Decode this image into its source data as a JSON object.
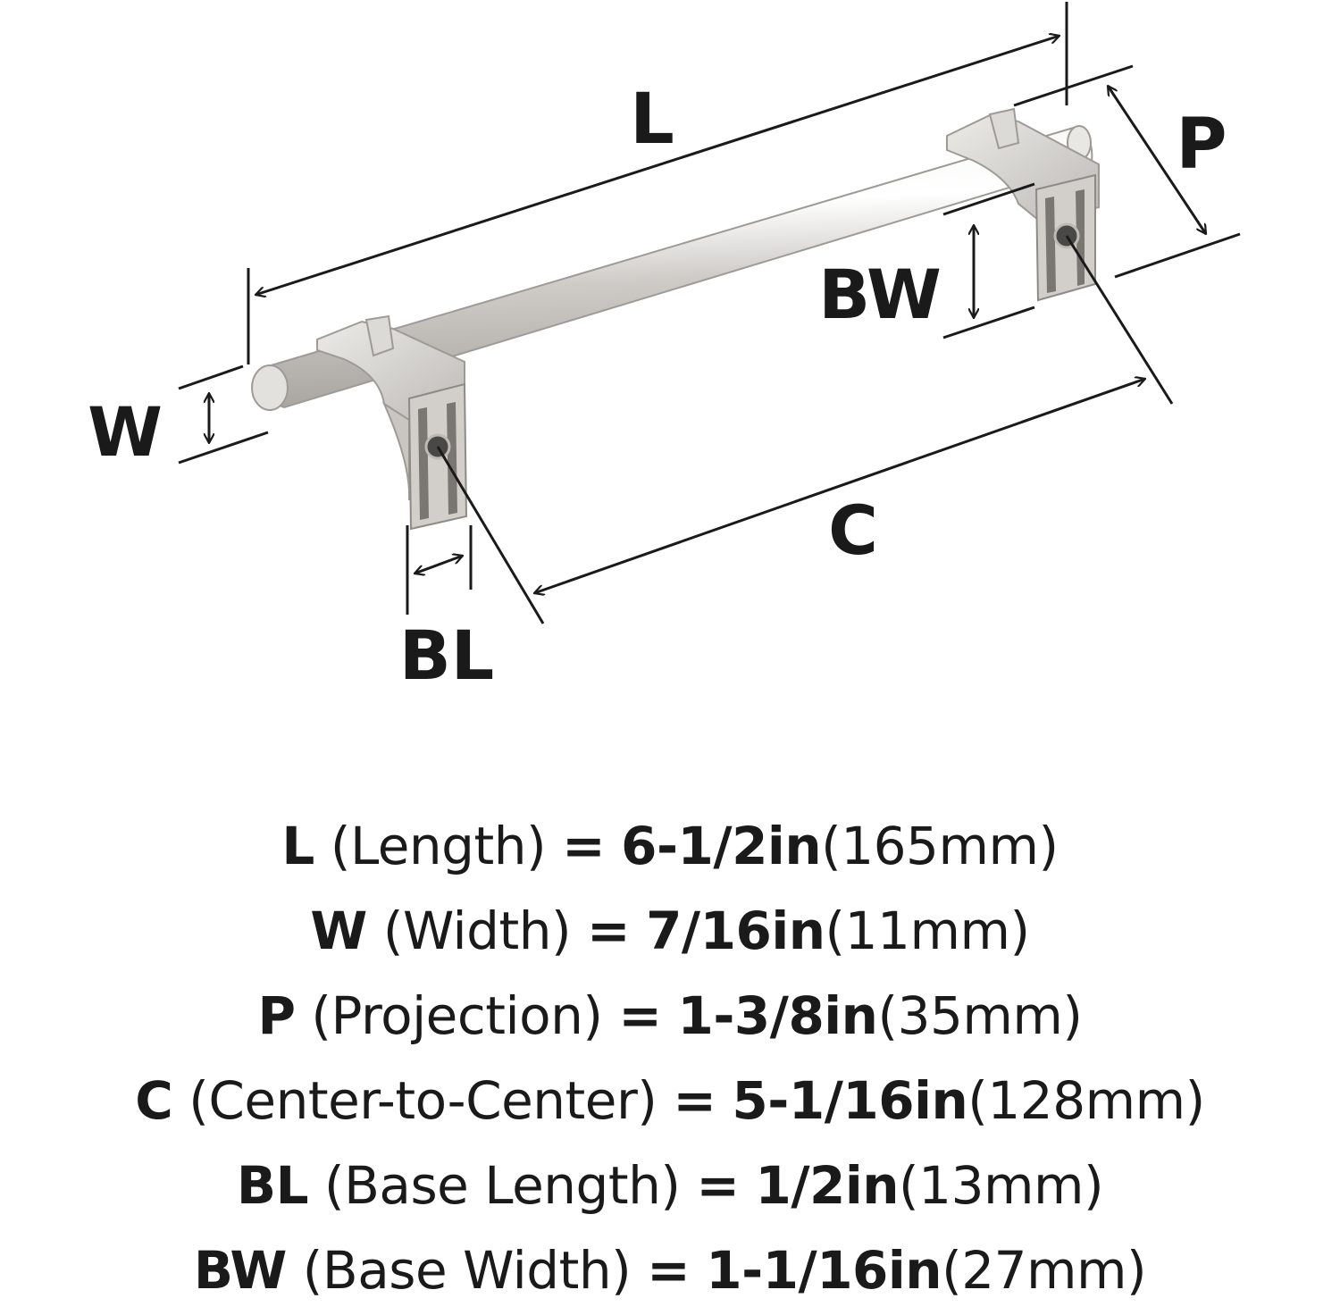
{
  "diagram": {
    "labels": {
      "L": "L",
      "P": "P",
      "BW": "BW",
      "W": "W",
      "C": "C",
      "BL": "BL"
    },
    "finish_color": "#d9d6d2",
    "line_color": "#1a1a1a"
  },
  "specs": [
    {
      "code": "L",
      "name": "(Length)",
      "eq": "=",
      "imperial": "6-1/2in",
      "metric": "(165mm)"
    },
    {
      "code": "W",
      "name": "(Width)",
      "eq": "=",
      "imperial": "7/16in",
      "metric": "(11mm)"
    },
    {
      "code": "P",
      "name": "(Projection)",
      "eq": "=",
      "imperial": "1-3/8in",
      "metric": "(35mm)"
    },
    {
      "code": "C",
      "name": "(Center-to-Center)",
      "eq": "=",
      "imperial": "5-1/16in",
      "metric": "(128mm)"
    },
    {
      "code": "BL",
      "name": "(Base Length)",
      "eq": "=",
      "imperial": "1/2in",
      "metric": "(13mm)"
    },
    {
      "code": "BW",
      "name": "(Base Width)",
      "eq": "=",
      "imperial": "1-1/16in",
      "metric": "(27mm)"
    }
  ]
}
